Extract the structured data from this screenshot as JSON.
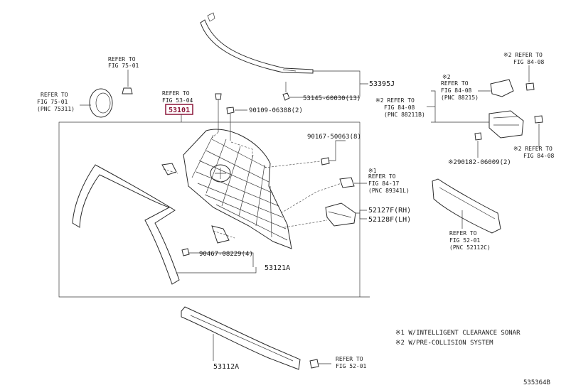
{
  "callouts": {
    "c53395J": "53395J",
    "c53145": "53145-60030(13)",
    "c90109": "90109-06388(2)",
    "c90167": "90167-50063(8)",
    "c52127": "52127F(RH)",
    "c52128": "52128F(LH)",
    "c90467": "90467-08229(4)",
    "c53121A": "53121A",
    "c53112A": "53112A",
    "c53101": "53101",
    "c290182": "※290182-06009(2)"
  },
  "refs": {
    "r7501": {
      "l1": "REFER TO",
      "l2": "FIG 75-01"
    },
    "r75011": {
      "l1": "REFER TO",
      "l2": "FIG 75-01",
      "l3": "(PNC 75311)"
    },
    "r5304": {
      "l1": "REFER TO",
      "l2": "FIG 53-04"
    },
    "r8408top": {
      "l1": "※2 REFER TO",
      "l2": "FIG 84-08"
    },
    "r8408b": {
      "l0": "※2",
      "l1": "REFER TO",
      "l2": "FIG 84-08",
      "l3": "(PNC 88215)"
    },
    "r8408c": {
      "l1": "※2 REFER TO",
      "l2": "FIG 84-08",
      "l3": "(PNC 88211B)"
    },
    "r8408d": {
      "l1": "※2 REFER TO",
      "l2": "FIG 84-08"
    },
    "r8417": {
      "l0": "※1",
      "l1": "REFER TO",
      "l2": "FIG 84-17",
      "l3": "(PNC 89341L)"
    },
    "r5201": {
      "l1": "REFER TO",
      "l2": "FIG 52-01",
      "l3": "(PNC 52112C)"
    },
    "r5201b": {
      "l1": "REFER TO",
      "l2": "FIG 52-01"
    }
  },
  "notes": {
    "n1": "※1 W/INTELLIGENT CLEARANCE SONAR",
    "n2": "※2 W/PRE-COLLISION SYSTEM"
  },
  "code": "535364B",
  "colors": {
    "highlight": "#8b1538",
    "line": "#2b2b2b"
  }
}
